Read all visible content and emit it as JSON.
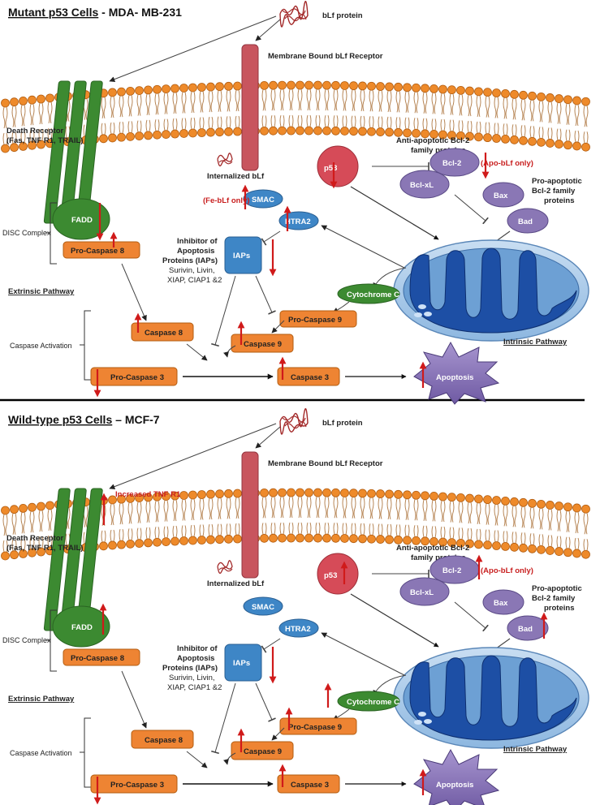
{
  "colors": {
    "membrane_head": "#ee8a2a",
    "membrane_head_stroke": "#b35d10",
    "tail": "#b07a45",
    "death_receptor": "#3c8a31",
    "bLf_receptor": "#c8555e",
    "orange_box": "#ee8433",
    "blue_box": "#3e86c6",
    "purple": "#8a77b5",
    "p53": "#d64b58",
    "mito_outer": "#9fc4e6",
    "mito_inner": "#1d4fa5",
    "arrow_red": "#d01a1a"
  },
  "panels": [
    {
      "title_bold": "Mutant p53 Cells",
      "title_rest": " - MDA- MB-231",
      "bLf_protein": "bLf protein",
      "membrane_receptor": "Membrane Bound bLf Receptor",
      "death_receptor": [
        "Death Receptor",
        "(Fas, TNF R1, TRAIL)"
      ],
      "internalized": "Internalized bLf",
      "fadd": "FADD",
      "pro_caspase8": "Pro-Caspase 8",
      "disc_complex": "DISC Complex",
      "smac": "SMAC",
      "fe_only": "(Fe-bLf only)",
      "htra2": "HTRA2",
      "iaps": "IAPs",
      "iap_text": [
        "Inhibitor of",
        "Apoptosis",
        "Proteins (IAPs)",
        "Surivin, Livin,",
        "XIAP, CIAP1 &2"
      ],
      "p53": "p53",
      "anti_apoptotic": [
        "Anti-apoptotic Bcl-2",
        "family proteins"
      ],
      "bcl2": "Bcl-2",
      "apo_only": "(Apo-bLf only)",
      "bclxl": "Bcl-xL",
      "bax": "Bax",
      "bad": "Bad",
      "pro_apoptotic": [
        "Pro-apoptotic",
        "Bcl-2 family",
        "proteins"
      ],
      "extrinsic": "Extrinsic Pathway",
      "cytochrome": "Cytochrome C",
      "pro_caspase9": "Pro-Caspase 9",
      "caspase_activation": "Caspase Activation",
      "caspase8": "Caspase 8",
      "caspase9": "Caspase 9",
      "pro_caspase3": "Pro-Caspase 3",
      "caspase3": "Caspase 3",
      "apoptosis": "Apoptosis",
      "intrinsic": "Intrinsic Pathway",
      "increased_tnf": ""
    },
    {
      "title_bold": "Wild-type p53 Cells",
      "title_rest": " – MCF-7",
      "bLf_protein": "bLf protein",
      "membrane_receptor": "Membrane Bound bLf Receptor",
      "death_receptor": [
        "Death Receptor",
        "(Fas, TNF R1, TRAIL)"
      ],
      "internalized": "Internalized bLf",
      "fadd": "FADD",
      "pro_caspase8": "Pro-Caspase 8",
      "disc_complex": "DISC Complex",
      "smac": "SMAC",
      "fe_only": "",
      "htra2": "HTRA2",
      "iaps": "IAPs",
      "iap_text": [
        "Inhibitor of",
        "Apoptosis",
        "Proteins (IAPs)",
        "Surivin, Livin,",
        "XIAP, CIAP1 &2"
      ],
      "p53": "p53",
      "anti_apoptotic": [
        "Anti-apoptotic Bcl-2",
        "family proteins"
      ],
      "bcl2": "Bcl-2",
      "apo_only": "(Apo-bLf only)",
      "bclxl": "Bcl-xL",
      "bax": "Bax",
      "bad": "Bad",
      "pro_apoptotic": [
        "Pro-apoptotic",
        "Bcl-2 family",
        "proteins"
      ],
      "extrinsic": "Extrinsic Pathway",
      "cytochrome": "Cytochrome C",
      "pro_caspase9": "Pro-Caspase 9",
      "caspase_activation": "Caspase Activation",
      "caspase8": "Caspase 8",
      "caspase9": "Caspase 9",
      "pro_caspase3": "Pro-Caspase 3",
      "caspase3": "Caspase 3",
      "apoptosis": "Apoptosis",
      "intrinsic": "Intrinsic Pathway",
      "increased_tnf": "Increased TNF R1"
    }
  ]
}
